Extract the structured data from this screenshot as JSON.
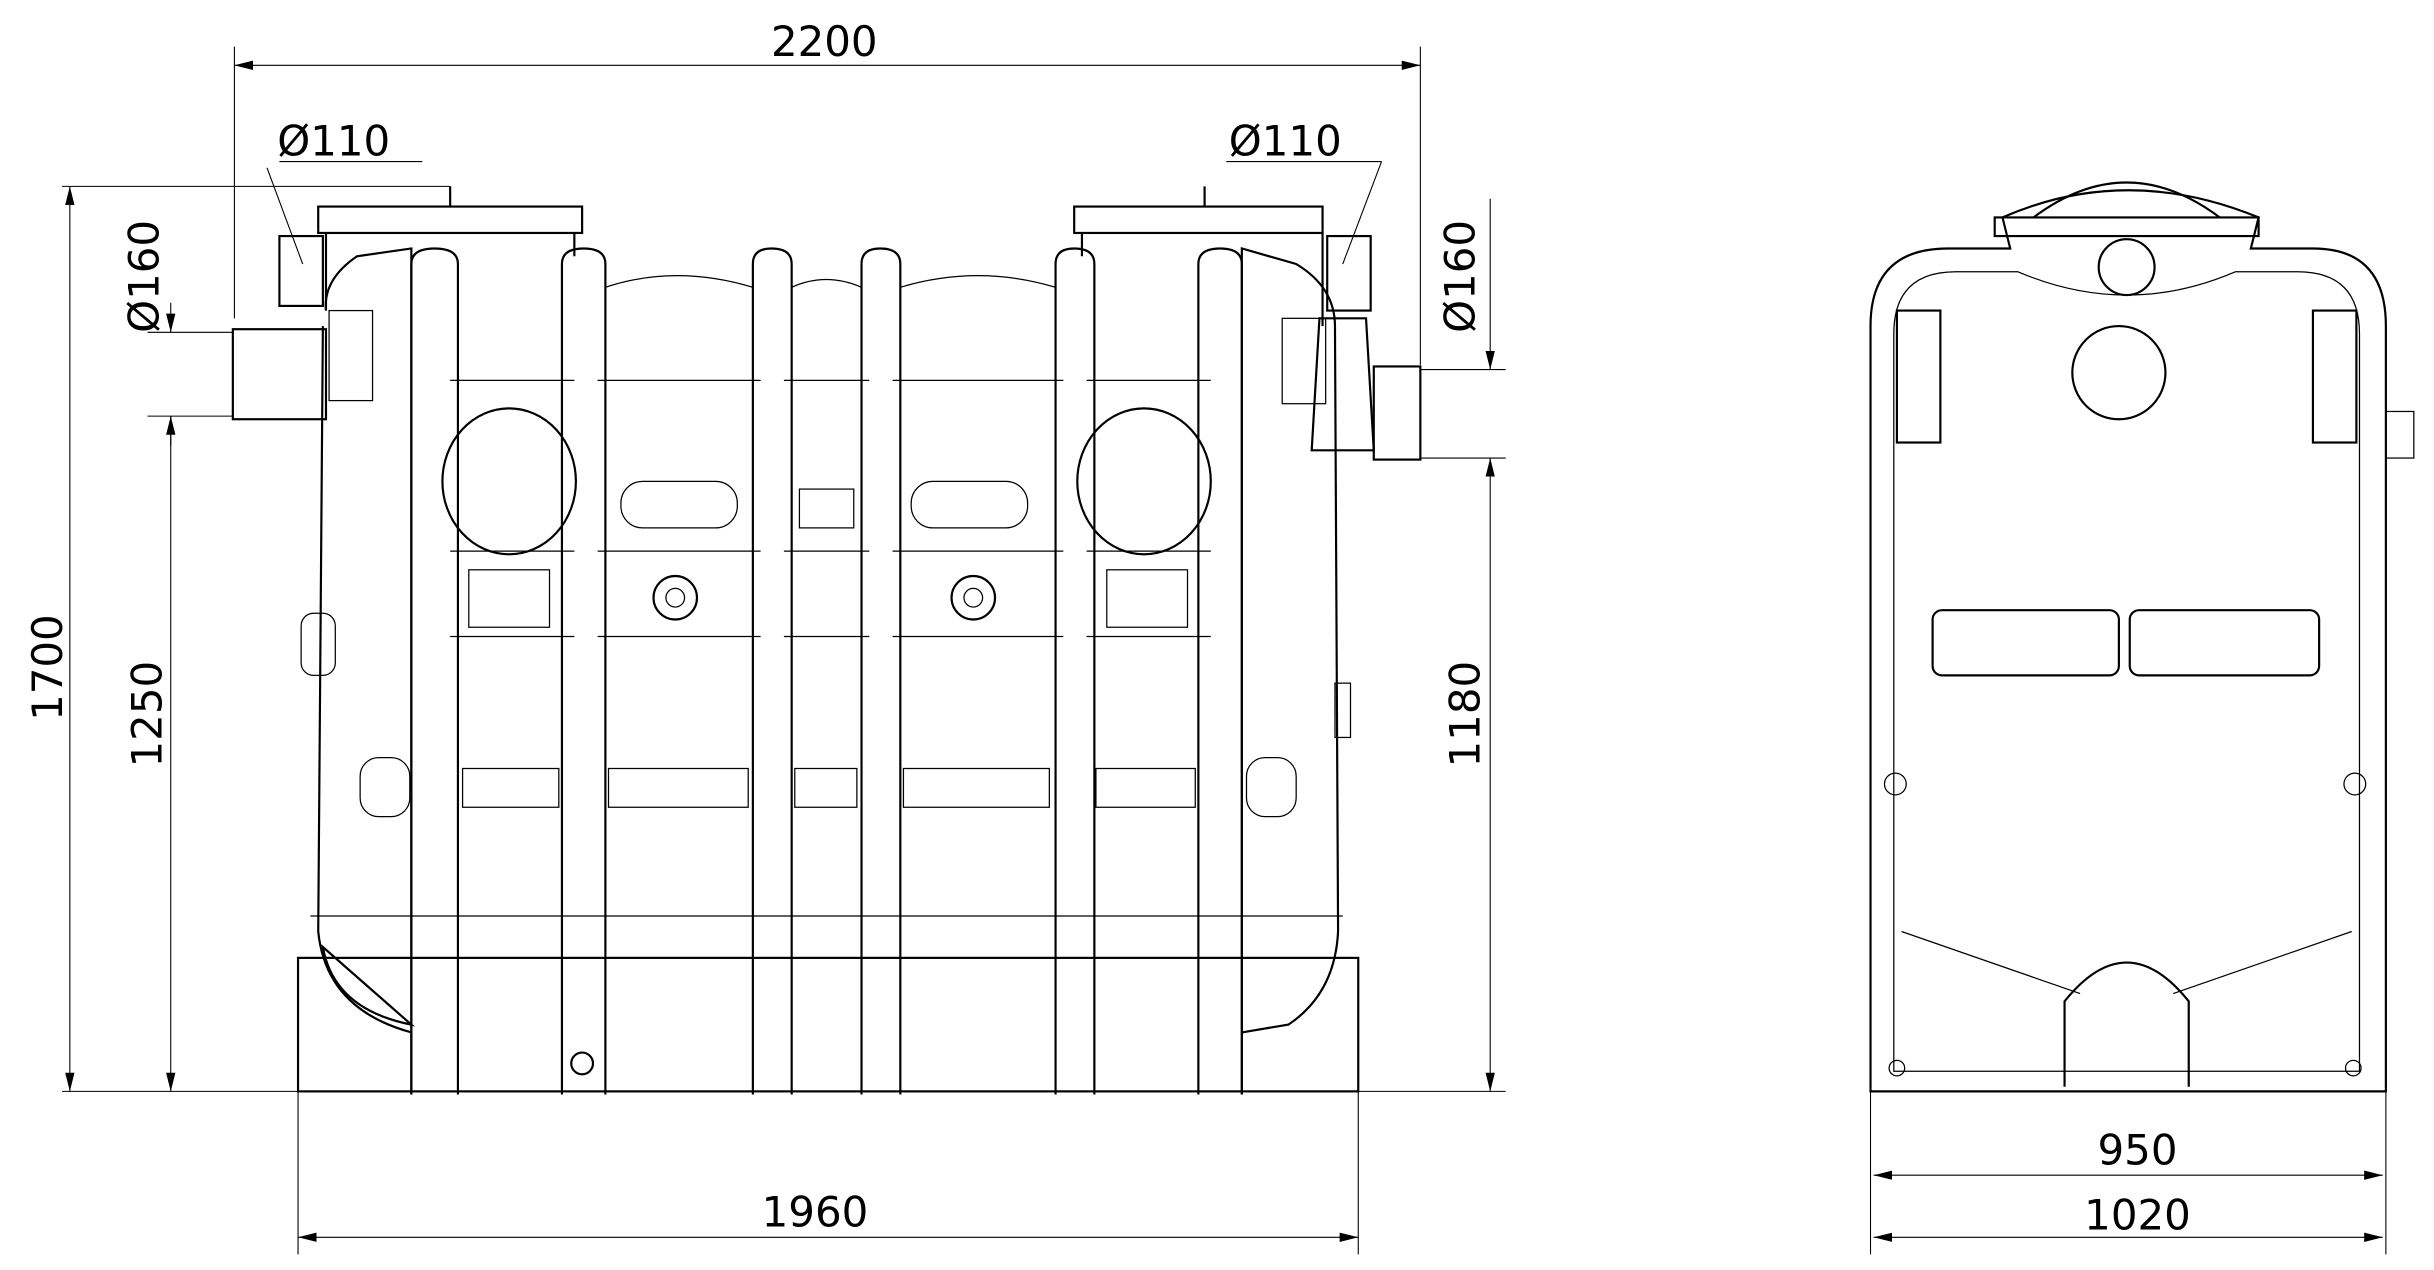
{
  "dimensions": {
    "overall_length": "2200",
    "inlet_pipe_diameter": "Ø110",
    "outlet_pipe_diameter": "Ø110",
    "inlet_diameter": "Ø160",
    "outlet_diameter": "Ø160",
    "total_height": "1700",
    "inlet_height": "1250",
    "outlet_height": "1180",
    "base_length": "1960",
    "side_inner_width": "950",
    "side_width": "1020"
  },
  "colors": {
    "line": "#000000",
    "background": "#ffffff"
  }
}
